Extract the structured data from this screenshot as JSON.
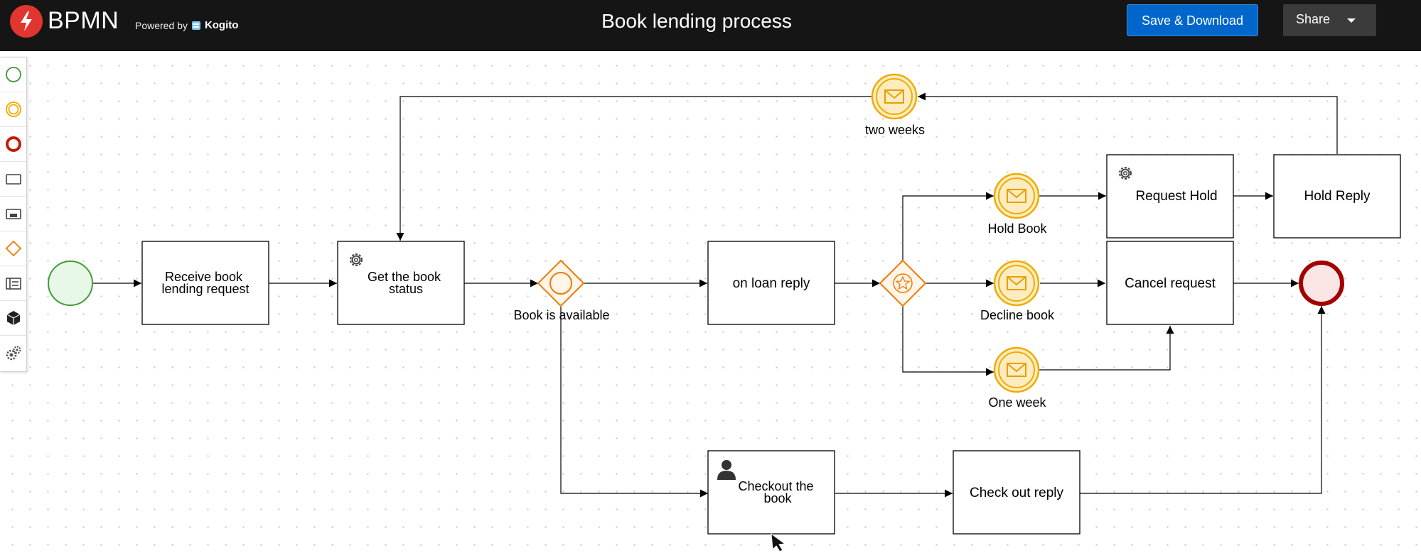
{
  "header": {
    "app_name": "BPMN",
    "powered_by": "Powered by",
    "powered_brand": "Kogito",
    "title": "Book lending process",
    "save_label": "Save & Download",
    "share_label": "Share"
  },
  "palette": {
    "items": [
      {
        "icon": "start-event-icon"
      },
      {
        "icon": "intermediate-event-icon"
      },
      {
        "icon": "end-event-icon"
      },
      {
        "icon": "task-icon"
      },
      {
        "icon": "subprocess-icon"
      },
      {
        "icon": "gateway-icon"
      },
      {
        "icon": "lane-icon"
      },
      {
        "icon": "custom-task-icon"
      },
      {
        "icon": "service-tasks-icon"
      }
    ]
  },
  "diagram": {
    "tasks": {
      "receive": [
        "Receive book",
        "lending request"
      ],
      "get_status": [
        "Get the book",
        "status"
      ],
      "on_loan": "on loan reply",
      "request_hold": "Request Hold",
      "hold_reply": "Hold Reply",
      "cancel_request": "Cancel request",
      "checkout": [
        "Checkout the",
        "book"
      ],
      "checkout_reply": "Check out reply"
    },
    "events": {
      "two_weeks": "two weeks",
      "hold_book": "Hold Book",
      "decline_book": "Decline book",
      "one_week": "One week"
    },
    "gateways": {
      "book_available": "Book is available"
    }
  },
  "colors": {
    "header_bg": "#151515",
    "primary_button": "#0066cc",
    "start_event": "#3f9c35",
    "end_event": "#a30000",
    "gateway": "#ec7a08",
    "message_event": "#f0ab00"
  }
}
